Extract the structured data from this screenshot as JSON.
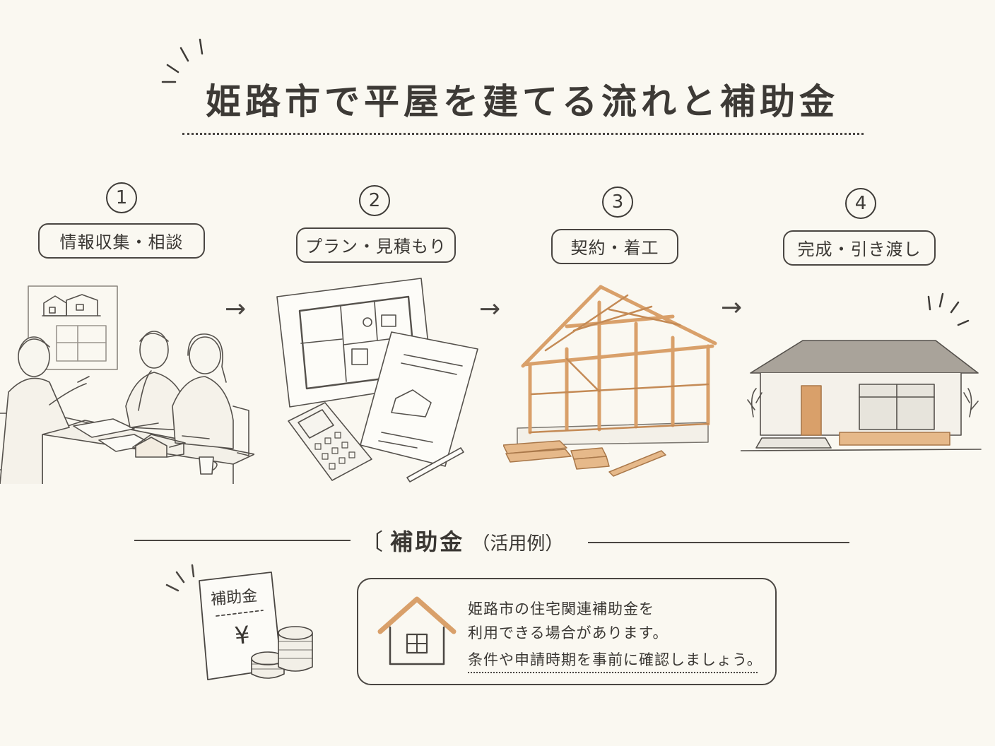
{
  "title": "姫路市で平屋を建てる流れと補助金",
  "steps": [
    {
      "number": "1",
      "label": "情報収集・相談"
    },
    {
      "number": "2",
      "label": "プラン・見積もり"
    },
    {
      "number": "3",
      "label": "契約・着工"
    },
    {
      "number": "4",
      "label": "完成・引き渡し"
    }
  ],
  "arrow_glyph": "→",
  "subsidy": {
    "bracket": "〔",
    "heading": "補助金",
    "heading_note": "（活用例）",
    "document_label": "補助金",
    "currency_symbol": "¥",
    "lines": [
      "姫路市の住宅関連補助金を",
      "利用できる場合があります。",
      "条件や申請時期を事前に確認しましょう。"
    ]
  },
  "icons": {
    "step1": "consultation-illustration",
    "step2": "floor-plan-illustration",
    "step3": "timber-frame-illustration",
    "step4": "finished-house-illustration",
    "document": "subsidy-document-icon",
    "coins": "coin-stack-icon",
    "house": "house-icon"
  },
  "colors": {
    "background": "#faf8f1",
    "ink": "#3a3733",
    "wood": "#d9a06a"
  }
}
